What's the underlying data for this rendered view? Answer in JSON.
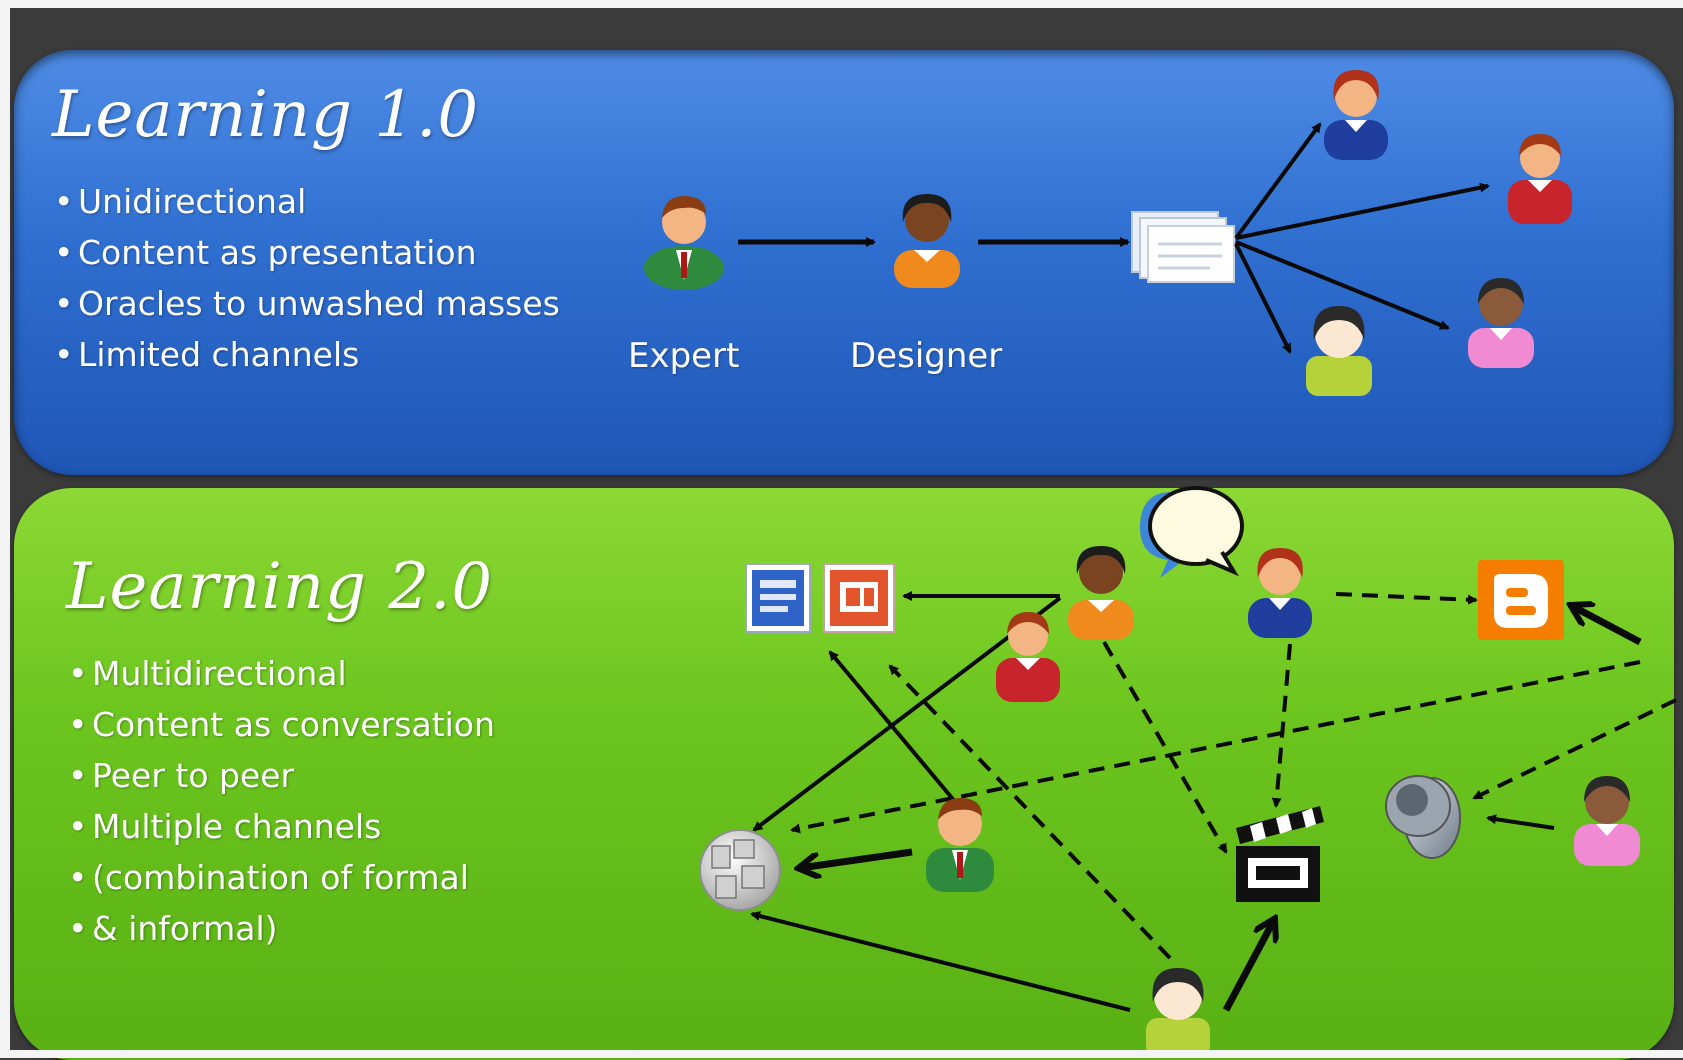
{
  "learning1": {
    "title": "Learning 1.0",
    "bullets": [
      "Unidirectional",
      "Content as presentation",
      "Oracles to unwashed masses",
      "Limited channels"
    ],
    "labels": {
      "expert": "Expert",
      "designer": "Designer"
    }
  },
  "learning2": {
    "title": "Learning 2.0",
    "bullets": [
      "Multidirectional",
      "Content as conversation",
      "Peer to peer",
      "Multiple channels"
    ],
    "bullet_continuation": [
      "(combination of formal",
      "& informal)"
    ]
  },
  "colors": {
    "blue_panel": "#2f6fd0",
    "green_panel": "#6cc51e",
    "arrow": "#0a0a0a",
    "blogger_orange": "#f57d00"
  },
  "icons": [
    "person-icon",
    "document-icon",
    "word-icon",
    "powerpoint-icon",
    "speech-bubble-icon",
    "blogger-icon",
    "wikipedia-icon",
    "video-clapper-icon",
    "speaker-icon"
  ]
}
